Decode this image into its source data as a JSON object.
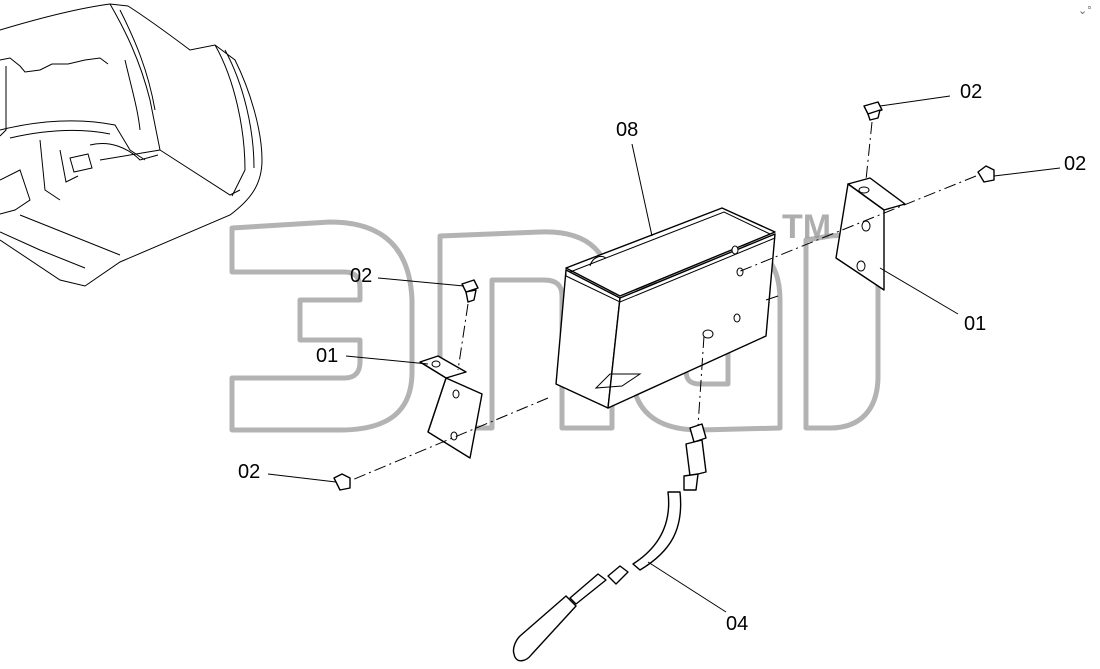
{
  "watermark": {
    "text": "эпар",
    "trademark": "TM",
    "color": "#9a9a9a"
  },
  "callouts": [
    {
      "id": "c-08",
      "label": "08"
    },
    {
      "id": "c-02-top",
      "label": "02"
    },
    {
      "id": "c-02-right",
      "label": "02"
    },
    {
      "id": "c-01-right",
      "label": "01"
    },
    {
      "id": "c-02-mid",
      "label": "02"
    },
    {
      "id": "c-01-left",
      "label": "01"
    },
    {
      "id": "c-02-bottom",
      "label": "02"
    },
    {
      "id": "c-04",
      "label": "04"
    }
  ],
  "corner_mark": "⌄°"
}
